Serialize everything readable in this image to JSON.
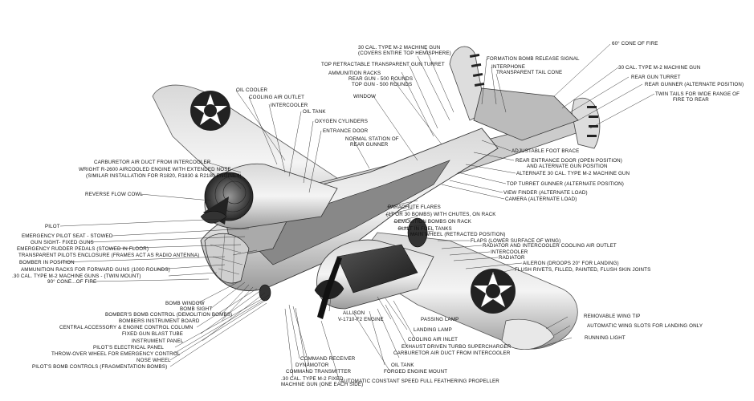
{
  "labels": {
    "cone_60": "60° CONE OF FIRE",
    "formation_bomb": "FORMATION BOMB RELEASE SIGNAL",
    "interphone": "INTERPHONE",
    "transparent_tail_cone": "TRANSPARENT TAIL CONE",
    "mg_top_1": "30 CAL. TYPE M-2 MACHINE GUN",
    "mg_top_2": "(COVERS ENTIRE TOP HEMISPHERE)",
    "top_turret": "TOP RETRACTABLE TRANSPARENT GUN TURRET",
    "ammo_1": "AMMUNITION RACKS",
    "ammo_2": "REAR GUN - 500 ROUNDS",
    "ammo_3": "TOP GUN - 500 ROUNDS",
    "window": "WINDOW",
    "oil_cooler": "OIL COOLER",
    "cooling_air": "COOLING AIR OUTLET",
    "intercooler_top": "INTERCOOLER",
    "oil_tank_top": "OIL TANK",
    "oxygen": "OXYGEN CYLINDERS",
    "entrance_door": "ENTRANCE DOOR",
    "normal_station_1": "NORMAL STATION OF",
    "normal_station_2": "REAR GUNNER",
    "mg_rear": "30 CAL. TYPE M-2 MACHINE GUN",
    "rear_turret": "REAR GUN TURRET",
    "rear_gunner_alt": "REAR GUNNER (ALTERNATE POSITION)",
    "twin_tails_1": "TWIN TAILS FOR WIDE RANGE OF",
    "twin_tails_2": "FIRE TO REAR",
    "adj_foot": "ADJUSTABLE FOOT BRACE",
    "rear_entrance_1": "REAR ENTRANCE DOOR (OPEN POSITION)",
    "rear_entrance_2": "AND ALTERNATE GUN POSITION",
    "alt_mg": "ALTERNATE 30 CAL. TYPE M-2 MACHINE GUN",
    "top_turret_gunner": "TOP TURRET GUNNER (ALTERNATE POSITION)",
    "view_finder": "VIEW FINDER (ALTERNATE LOAD)",
    "camera": "CAMERA (ALTERNATE LOAD)",
    "parachute": "PARACHUTE FLARES",
    "demo_bombs": "(17 OR 30 BOMBS) WITH CHUTES, ON RACK",
    "demo_bombs_rack": "DEMOLITION BOMBS ON RACK",
    "fuel_tanks": "BUILT IN FUEL TANKS",
    "main_wheel": "MAIN WHEEL (RETRACTED POSITION)",
    "flaps": "FLAPS (LOWER SURFACE OF WING)",
    "radiator_outlet": "RADIATOR AND INTERCOOLER COOLING AIR OUTLET",
    "intercooler_r": "INTERCOOLER",
    "radiator": "RADIATOR",
    "aileron": "AILERON (DROOPS 20° FOR LANDING)",
    "flush_rivets": "FLUSH RIVETS, FILLED, PAINTED, FLUSH SKIN JOINTS",
    "carb_top": "CARBURETOR AIR DUCT FROM INTERCOOLER",
    "wright_1": "WRIGHT R-2600 AIRCOOLED ENGINE WITH EXTENDED NOSE",
    "wright_2": "(SIMILAR INSTALLATION FOR R1820, R1830 & R2180 ENGINES)",
    "reverse_flow": "REVERSE FLOW COWL",
    "pilot": "PILOT",
    "emergency_seat": "EMERGENCY PILOT SEAT - STOWED",
    "gun_sight": "GUN SIGHT- FIXED GUNS",
    "rudder_pedals": "EMERGENCY RUDDER PEDALS (STOWED IN FLOOR)",
    "pilot_enclosure": "TRANSPARENT PILOTS ENCLOSURE (FRAMES ACT AS RADIO ANTENNA)",
    "bomber_pos": "BOMBER IN POSITION",
    "ammo_forward": "AMMUNITION RACKS FOR FORWARD GUNS (1000 ROUNDS)",
    "twin_mount": ".30 CAL. TYPE M-2 MACHINE GUNS - (TWIN MOUNT)",
    "cone_90": "90° CONE...OF FIRE",
    "bomb_window": "BOMB WINDOW",
    "bomb_sight": "BOMB SIGHT",
    "bombers_bomb_control": "BOMBER'S BOMB CONTROL (DEMOLITION BOMBS)",
    "bombers_instr": "BOMBERS INSTRUMENT BOARD",
    "central_accessory": "CENTRAL ACCESSORY & ENGINE CONTROL COLUMN",
    "blast_tube": "FIXED GUN BLAST TUBE",
    "instrument_panel": "INSTRUMENT PANEL",
    "pilots_elec": "PILOT'S ELECTRICAL PANEL",
    "throw_over": "THROW-OVER WHEEL FOR EMERGENCY CONTROL",
    "nose_wheel": "NOSE WHEEL",
    "pilots_bomb_controls": "PILOT'S BOMB CONTROLS (FRAGMENTATION BOMBS)",
    "allison_1": "ALLISON",
    "allison_2": "V-1710-F2 ENGINE",
    "passing_lamp": "PASSING LAMP",
    "landing_lamp": "LANDING LAMP",
    "cooling_inlet": "COOLING AIR INLET",
    "exhaust_turbo": "EXHAUST DRIVEN TURBO SUPERCHARGER",
    "carb_bottom": "CARBURETOR AIR DUCT FROM INTERCOOLER",
    "oil_tank_bottom": "OIL TANK",
    "forged_mount": "FORGED ENGINE MOUNT",
    "prop": "AUTOMATIC CONSTANT SPEED FULL FEATHERING PROPELLER",
    "cmd_receiver": "COMMAND RECEIVER",
    "dynamotor": "DYNAMOTOR",
    "cmd_transmitter": "COMMAND TRANSMITTER",
    "fixed_mg_1": ".30 CAL. TYPE M-2 FIXED",
    "fixed_mg_2": "MACHINE GUN (ONE EACH SIDE)",
    "removable_tip": "REMOVABLE WING TIP",
    "wing_slots": "AUTOMATIC WING SLOTS FOR LANDING ONLY",
    "running_light": "RUNNING LIGHT"
  }
}
